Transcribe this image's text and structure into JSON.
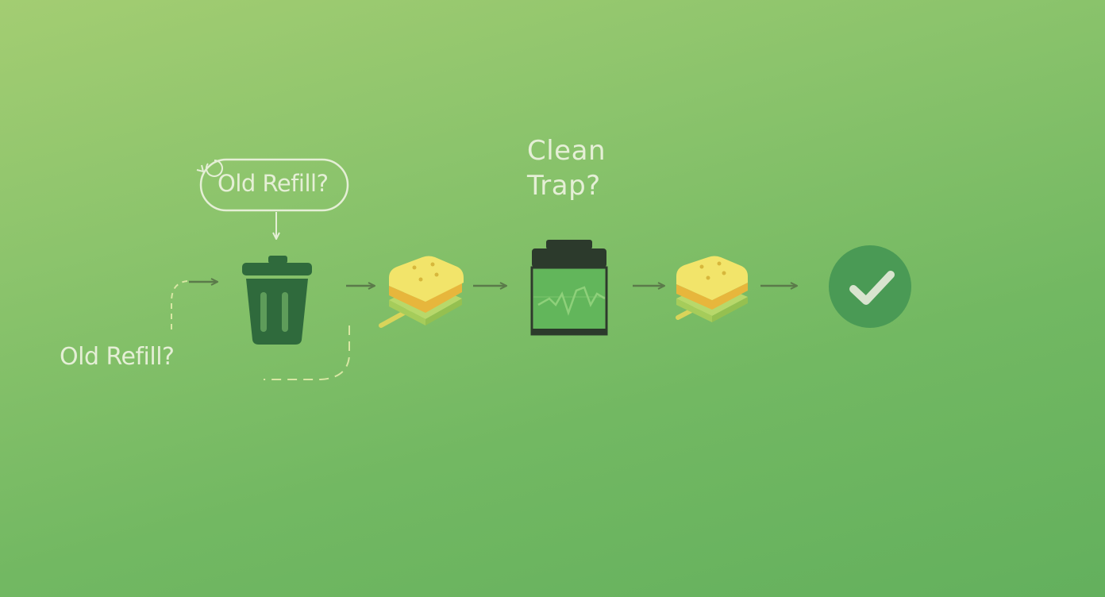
{
  "labels": {
    "bubble_question": "Old Refill?",
    "side_question": "Old Refill?",
    "clean_line1": "Clean",
    "clean_line2": "Trap?"
  },
  "steps": [
    {
      "icon": "trash-can-icon"
    },
    {
      "icon": "sponge-icon"
    },
    {
      "icon": "grease-trap-icon"
    },
    {
      "icon": "sponge-icon"
    },
    {
      "icon": "check-circle-icon"
    }
  ],
  "colors": {
    "background_top": "#a3cd72",
    "background_bottom": "#63b05d",
    "dark_green": "#2f6a3c",
    "sponge_yellow": "#f2e46a",
    "sponge_orange": "#e7b63c",
    "check_circle": "#4a9a55",
    "label_text": "#e5efd6",
    "arrow": "#5b7a4a"
  }
}
